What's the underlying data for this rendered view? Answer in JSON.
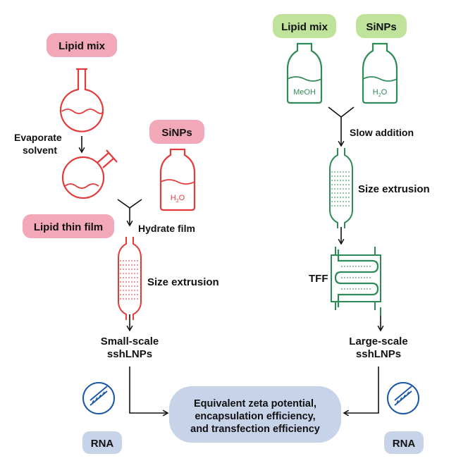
{
  "colors": {
    "red": "#e23b3b",
    "green": "#2e8b57",
    "pink_fill": "#f2a8b8",
    "green_fill": "#bfe39a",
    "blue": "#1a56a8",
    "gray_blue_fill": "#c6d3e8",
    "text": "#111111"
  },
  "left": {
    "lipid_mix_badge": "Lipid mix",
    "evaporate_line1": "Evaporate",
    "evaporate_line2": "solvent",
    "sinps_badge": "SiNPs",
    "h2o_label": "H",
    "h2o_sub": "2",
    "h2o_end": "O",
    "thin_film_badge": "Lipid thin film",
    "hydrate_label": "Hydrate film",
    "extrusion_label": "Size extrusion",
    "result_line1": "Small-scale",
    "result_line2": "sshLNPs",
    "rna_badge": "RNA",
    "icons": [
      "round-flask-icon",
      "tilted-flask-icon",
      "h2o-bottle-icon",
      "extruder-icon",
      "dna-icon"
    ]
  },
  "right": {
    "lipid_mix_badge": "Lipid mix",
    "sinps_badge": "SiNPs",
    "meoh_label": "MeOH",
    "h2o_label": "H",
    "h2o_sub": "2",
    "h2o_end": "O",
    "addition_label": "Slow addition",
    "extrusion_label": "Size extrusion",
    "tff_label": "TFF",
    "result_line1": "Large-scale",
    "result_line2": "sshLNPs",
    "rna_badge": "RNA",
    "icons": [
      "meoh-bottle-icon",
      "h2o-bottle-icon",
      "extruder-icon",
      "tff-device-icon",
      "dna-icon"
    ]
  },
  "outcome": {
    "line1": "Equivalent zeta potential,",
    "line2": "encapsulation efficiency,",
    "line3": "and transfection efficiency"
  }
}
